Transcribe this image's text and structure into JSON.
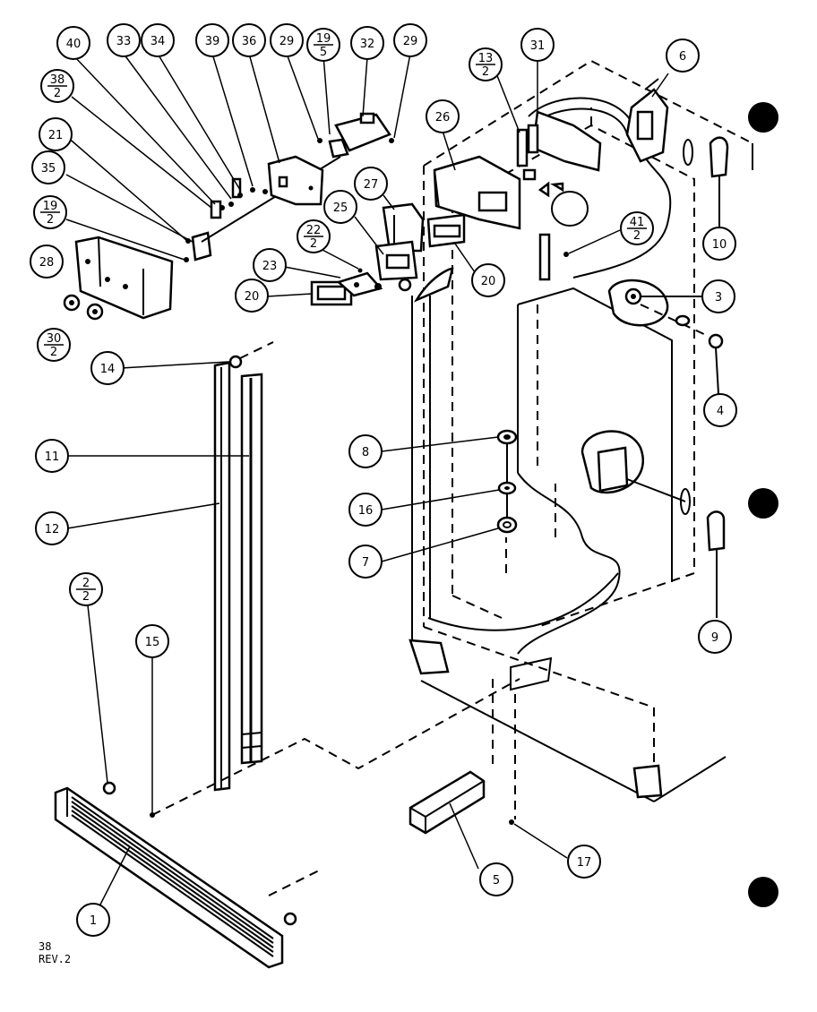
{
  "diagram": {
    "page_code": "38",
    "revision": "REV.2",
    "callouts": [
      {
        "id": "c40",
        "label": "40"
      },
      {
        "id": "c33",
        "label": "33"
      },
      {
        "id": "c34",
        "label": "34"
      },
      {
        "id": "c39",
        "label": "39"
      },
      {
        "id": "c36",
        "label": "36"
      },
      {
        "id": "c29a",
        "label": "29"
      },
      {
        "id": "c19_5",
        "label": "19",
        "sub": "5"
      },
      {
        "id": "c32",
        "label": "32"
      },
      {
        "id": "c29b",
        "label": "29"
      },
      {
        "id": "c38_2",
        "label": "38",
        "sub": "2"
      },
      {
        "id": "c21",
        "label": "21"
      },
      {
        "id": "c35",
        "label": "35"
      },
      {
        "id": "c19_2",
        "label": "19",
        "sub": "2"
      },
      {
        "id": "c28",
        "label": "28"
      },
      {
        "id": "c30_2",
        "label": "30",
        "sub": "2"
      },
      {
        "id": "c14",
        "label": "14"
      },
      {
        "id": "c11",
        "label": "11"
      },
      {
        "id": "c12",
        "label": "12"
      },
      {
        "id": "c2_2",
        "label": "2",
        "sub": "2"
      },
      {
        "id": "c15",
        "label": "15"
      },
      {
        "id": "c1",
        "label": "1"
      },
      {
        "id": "c13_2",
        "label": "13",
        "sub": "2"
      },
      {
        "id": "c31",
        "label": "31"
      },
      {
        "id": "c26",
        "label": "26"
      },
      {
        "id": "c27",
        "label": "27"
      },
      {
        "id": "c25",
        "label": "25"
      },
      {
        "id": "c22_2",
        "label": "22",
        "sub": "2"
      },
      {
        "id": "c23",
        "label": "23"
      },
      {
        "id": "c20a",
        "label": "20"
      },
      {
        "id": "c20b",
        "label": "20"
      },
      {
        "id": "c41_2",
        "label": "41",
        "sub": "2"
      },
      {
        "id": "c6",
        "label": "6"
      },
      {
        "id": "c10",
        "label": "10"
      },
      {
        "id": "c3",
        "label": "3"
      },
      {
        "id": "c4",
        "label": "4"
      },
      {
        "id": "c8",
        "label": "8"
      },
      {
        "id": "c16",
        "label": "16"
      },
      {
        "id": "c7",
        "label": "7"
      },
      {
        "id": "c9",
        "label": "9"
      },
      {
        "id": "c5",
        "label": "5"
      },
      {
        "id": "c17",
        "label": "17"
      }
    ]
  }
}
